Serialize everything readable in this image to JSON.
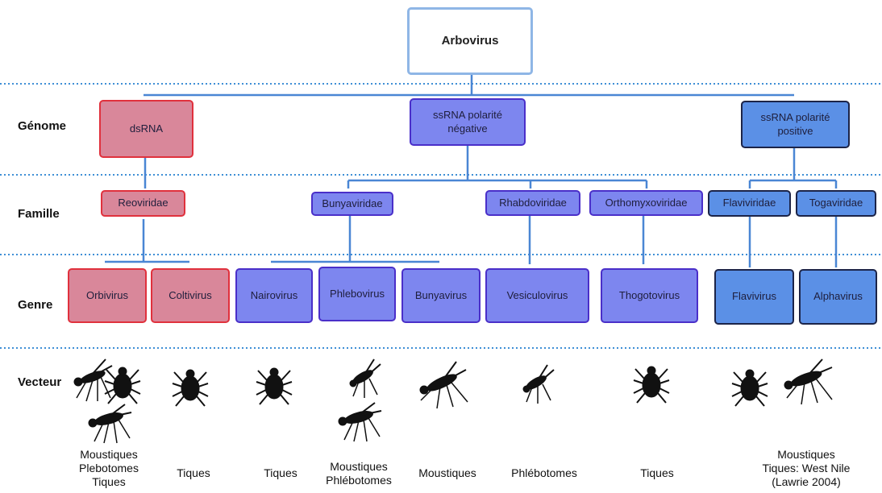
{
  "root": {
    "label": "Arbovirus"
  },
  "row_labels": {
    "genome": "Génome",
    "famille": "Famille",
    "genre": "Genre",
    "vecteur": "Vecteur"
  },
  "genomes": {
    "dsrna": "dsRNA",
    "negative": "ssRNA polarité négative",
    "positive": "ssRNA polarité positive"
  },
  "families": {
    "reoviridae": "Reoviridae",
    "bunyaviridae": "Bunyaviridae",
    "rhabdoviridae": "Rhabdoviridae",
    "orthomyxoviridae": "Orthomyxoviridae",
    "flaviviridae": "Flaviviridae",
    "togaviridae": "Togaviridae"
  },
  "genera": {
    "orbivirus": "Orbivirus",
    "coltivirus": "Coltivirus",
    "nairovirus": "Nairovirus",
    "phlebovirus": "Phlebovirus",
    "bunyavirus": "Bunyavirus",
    "vesiculovirus": "Vesiculovirus",
    "thogotovirus": "Thogotovirus",
    "flavivirus": "Flavivirus",
    "alphavirus": "Alphavirus"
  },
  "vectors": {
    "c1": [
      "Moustiques",
      "Plebotomes",
      "Tiques"
    ],
    "c2": [
      "Tiques"
    ],
    "c3": [
      "Tiques"
    ],
    "c4": [
      "Moustiques",
      "Phlébotomes"
    ],
    "c5": [
      "Moustiques"
    ],
    "c6": [
      "Phlébotomes"
    ],
    "c7": [
      "Tiques"
    ],
    "c8": [
      "Moustiques",
      "Tiques: West Nile",
      "(Lawrie 2004)"
    ]
  },
  "colors": {
    "dsrna_fill": "#d9879a",
    "dsrna_border": "#e0313d",
    "neg_fill": "#7d86ef",
    "neg_border": "#4a2fc9",
    "pos_fill": "#5b90e6",
    "pos_border": "#1c2448",
    "connector": "#4a86d4",
    "separator": "#3f8fd6"
  }
}
